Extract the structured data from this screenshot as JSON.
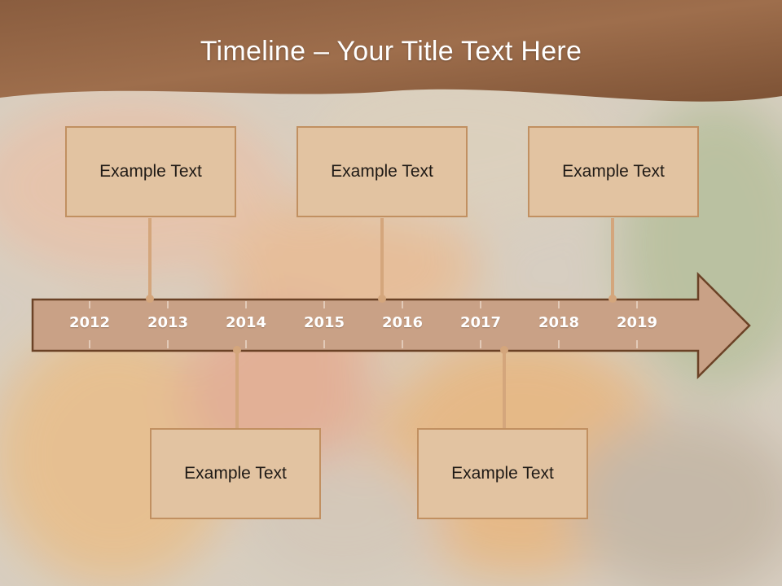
{
  "slide": {
    "title": "Timeline – Your Title Text Here",
    "colors": {
      "header": "#8b5a3c",
      "box_fill": "#e2c3a1",
      "box_border": "#c19061",
      "arrow_fill": "#c49b7e",
      "arrow_border": "#6b4226",
      "connector": "#d4a67c"
    },
    "years": [
      "2012",
      "2013",
      "2014",
      "2015",
      "2016",
      "2017",
      "2018",
      "2019"
    ],
    "boxes_top": [
      {
        "text": "Example Text"
      },
      {
        "text": "Example Text"
      },
      {
        "text": "Example Text"
      }
    ],
    "boxes_bottom": [
      {
        "text": "Example Text"
      },
      {
        "text": "Example Text"
      }
    ]
  }
}
